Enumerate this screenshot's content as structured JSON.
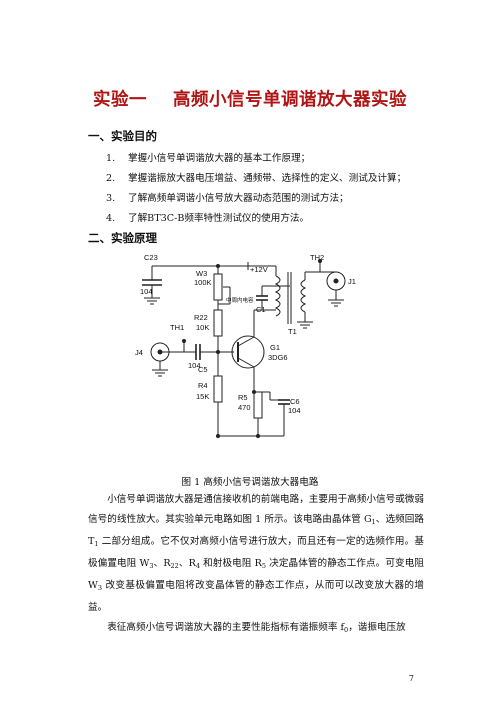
{
  "title": {
    "part1": "实验一",
    "part2": "高频小信号单调谐放大器实验"
  },
  "section1": {
    "heading": "一、实验目的",
    "items": [
      {
        "num": "1.",
        "text": "掌握小信号单调谐放大器的基本工作原理；"
      },
      {
        "num": "2.",
        "text": "掌握谐振放大器电压增益、通频带、选择性的定义、测试及计算；"
      },
      {
        "num": "3.",
        "text": "了解高频单调谐小信号放大器动态范围的测试方法；"
      },
      {
        "num": "4.",
        "text": "了解BT3C-B频率特性测试仪的使用方法。"
      }
    ]
  },
  "section2": {
    "heading": "二、实验原理"
  },
  "circuit": {
    "c23": "C23",
    "c23_val": "104",
    "w3": "W3",
    "w3_val": "100K",
    "r22": "R22",
    "r22_val": "10K",
    "th1": "TH1",
    "j4": "J4",
    "c5": "C5",
    "c5_val": "104",
    "r4": "R4",
    "r4_val": "15K",
    "vcc": "+12V",
    "th2": "TH2",
    "j1": "J1",
    "c1": "C1",
    "c1_note": "中周内电容",
    "t1": "T1",
    "g1": "G1",
    "g1_val": "3DG6",
    "r5": "R5",
    "r5_val": "470",
    "c6": "C6",
    "c6_val": "104"
  },
  "figure_caption": "图 1   高频小信号调谐放大器电路",
  "paragraph1": {
    "s1": "小信号单调谐放大器是通信接收机的前端电路，主要用于高频小信号或微弱信号的线性放大。其实验单元电路如图 1 所示。该电路由晶体管 G",
    "sub1": "1",
    "s2": "、选频回路 T",
    "sub2": "1",
    "s3": " 二部分组成。它不仅对高频小信号进行放大，而且还有一定的选频作用。基极偏置电阻 W",
    "sub3": "3",
    "s4": "、R",
    "sub4": "22",
    "s5": "、R",
    "sub5": "4",
    "s6": " 和射极电阻 R",
    "sub6": "5",
    "s7": " 决定晶体管的静态工作点。可变电阻 W",
    "sub7": "3",
    "s8": " 改变基极偏置电阻将改变晶体管的静态工作点，从而可以改变放大器的增益。"
  },
  "paragraph2": {
    "s1": "表征高频小信号调谐放大器的主要性能指标有谐振频率 f",
    "sub1": "0",
    "s2": "，谐振电压放"
  },
  "page_number": "7"
}
